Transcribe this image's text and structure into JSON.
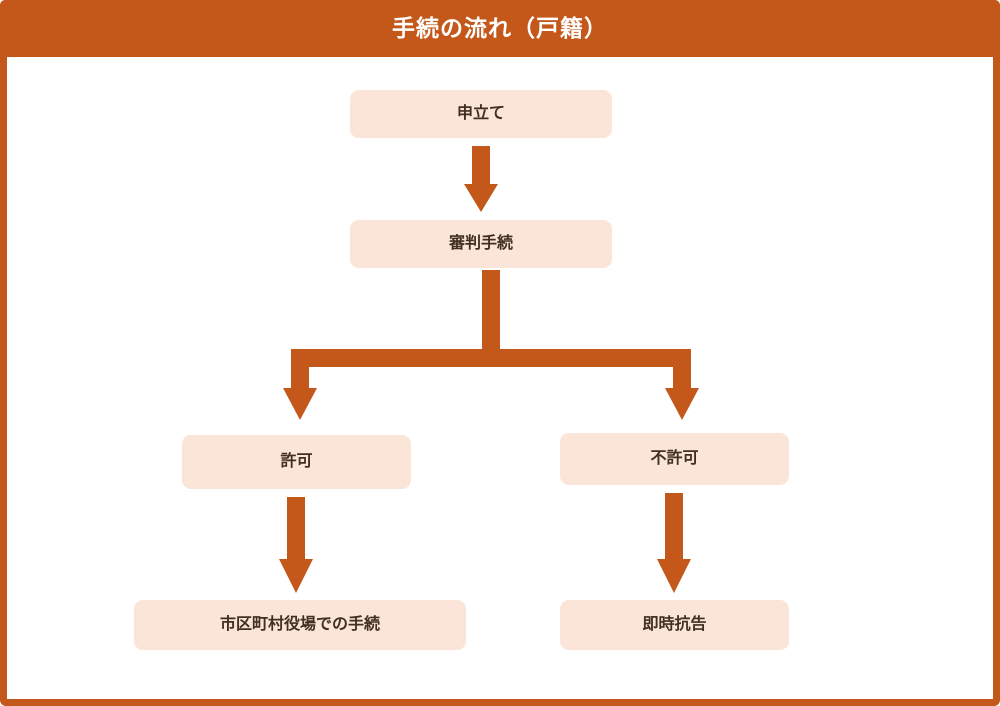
{
  "header": {
    "title": "手続の流れ（戸籍）"
  },
  "colors": {
    "accent": "#c4581a",
    "node_fill": "#fae5d8",
    "node_text": "#41301f",
    "header_text": "#ffffff",
    "canvas": "#ffffff"
  },
  "diagram": {
    "type": "flowchart",
    "direction": "top-down",
    "nodes": [
      {
        "id": "apply",
        "label": "申立て"
      },
      {
        "id": "trial",
        "label": "審判手続"
      },
      {
        "id": "permit",
        "label": "許可"
      },
      {
        "id": "deny",
        "label": "不許可"
      },
      {
        "id": "city_office",
        "label": "市区町村役場での手続"
      },
      {
        "id": "appeal",
        "label": "即時抗告"
      }
    ],
    "edges": [
      {
        "from": "apply",
        "to": "trial",
        "style": "arrow-down"
      },
      {
        "from": "trial",
        "to": "permit",
        "style": "split-left"
      },
      {
        "from": "trial",
        "to": "deny",
        "style": "split-right"
      },
      {
        "from": "permit",
        "to": "city_office",
        "style": "arrow-down"
      },
      {
        "from": "deny",
        "to": "appeal",
        "style": "arrow-down"
      }
    ]
  }
}
